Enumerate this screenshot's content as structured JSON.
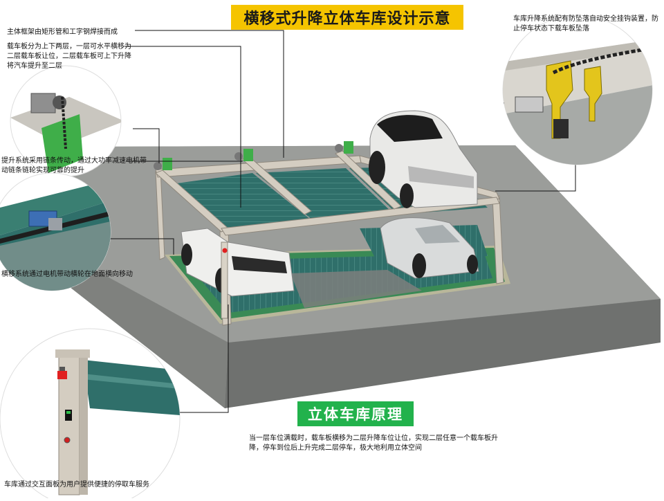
{
  "title": "横移式升降立体车库设计示意",
  "subtitle": "立体车库原理",
  "annotations": {
    "frame": "主体框架由矩形管和工字钢焊接而成",
    "board": "载车板分为上下两层，一层可水平横移为二层载车板让位，二层载车板可上下升降将汽车提升至二层",
    "lift": "提升系统采用链条传动，通过大功率减速电机带动链条链轮实现可靠的提升",
    "traverse": "横移系统通过电机带动横轮在地面横向移动",
    "panel": "车库通过交互面板为用户提供便捷的停取车服务",
    "principle": "当一层车位满载时，载车板横移为二层升降车位让位，实现二层任意一个载车板升降，停车到位后上升完成二层停车，极大地利用立体空间",
    "hook": "车库升降系统配有防坠落自动安全挂钩装置，防止停车状态下载车板坠落"
  },
  "colors": {
    "title_bg": "#f5c400",
    "subtitle_bg": "#22b24c",
    "deck": "#2f6f6a",
    "frame": "#cfc8bc",
    "ground": "#8c8e8c",
    "motor_green": "#3fae49",
    "hook_yellow": "#e3c51c"
  }
}
